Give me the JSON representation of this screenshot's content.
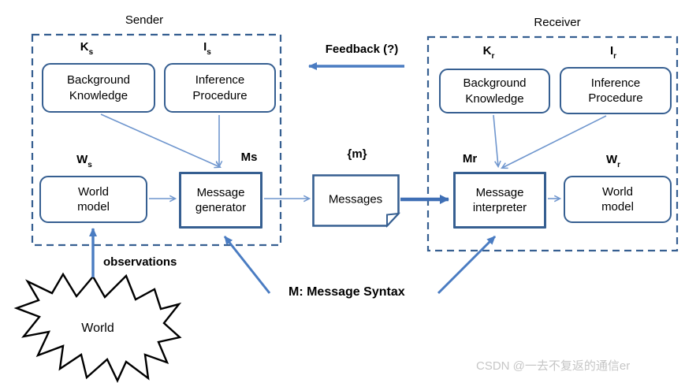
{
  "sender": {
    "title": "Sender",
    "labels": {
      "k": {
        "base": "K",
        "sub": "s"
      },
      "i": {
        "base": "I",
        "sub": "s"
      },
      "w": {
        "base": "W",
        "sub": "s"
      },
      "m": "Ms"
    },
    "boxes": {
      "background_knowledge": {
        "line1": "Background",
        "line2": "Knowledge"
      },
      "inference_procedure": {
        "line1": "Inference",
        "line2": "Procedure"
      },
      "world_model": {
        "line1": "World",
        "line2": "model"
      },
      "message_generator": {
        "line1": "Message",
        "line2": "generator"
      }
    }
  },
  "receiver": {
    "title": "Receiver",
    "labels": {
      "k": {
        "base": "K",
        "sub": "r"
      },
      "i": {
        "base": "I",
        "sub": "r"
      },
      "w": {
        "base": "W",
        "sub": "r"
      },
      "m": "Mr"
    },
    "boxes": {
      "background_knowledge": {
        "line1": "Background",
        "line2": "Knowledge"
      },
      "inference_procedure": {
        "line1": "Inference",
        "line2": "Procedure"
      },
      "message_interpreter": {
        "line1": "Message",
        "line2": "interpreter"
      },
      "world_model": {
        "line1": "World",
        "line2": "model"
      }
    }
  },
  "flow": {
    "feedback_label": "Feedback (?)",
    "message_set_label": "{m}",
    "messages_label": "Messages"
  },
  "annotations": {
    "observations_label": "observations",
    "world_label": "World",
    "message_syntax_label": "M: Message Syntax"
  },
  "watermark": {
    "text": "CSDN @一去不复返的通信er",
    "color": "#c6c6c6"
  },
  "colors": {
    "box_border": "#365f91",
    "group_dash_border": "#365f91",
    "thin_arrow": "#6f96ce",
    "medium_arrow": "#4a7cc2",
    "thick_arrow": "#3f6fb5",
    "starburst_outline": "#000000",
    "text": "#000000"
  }
}
